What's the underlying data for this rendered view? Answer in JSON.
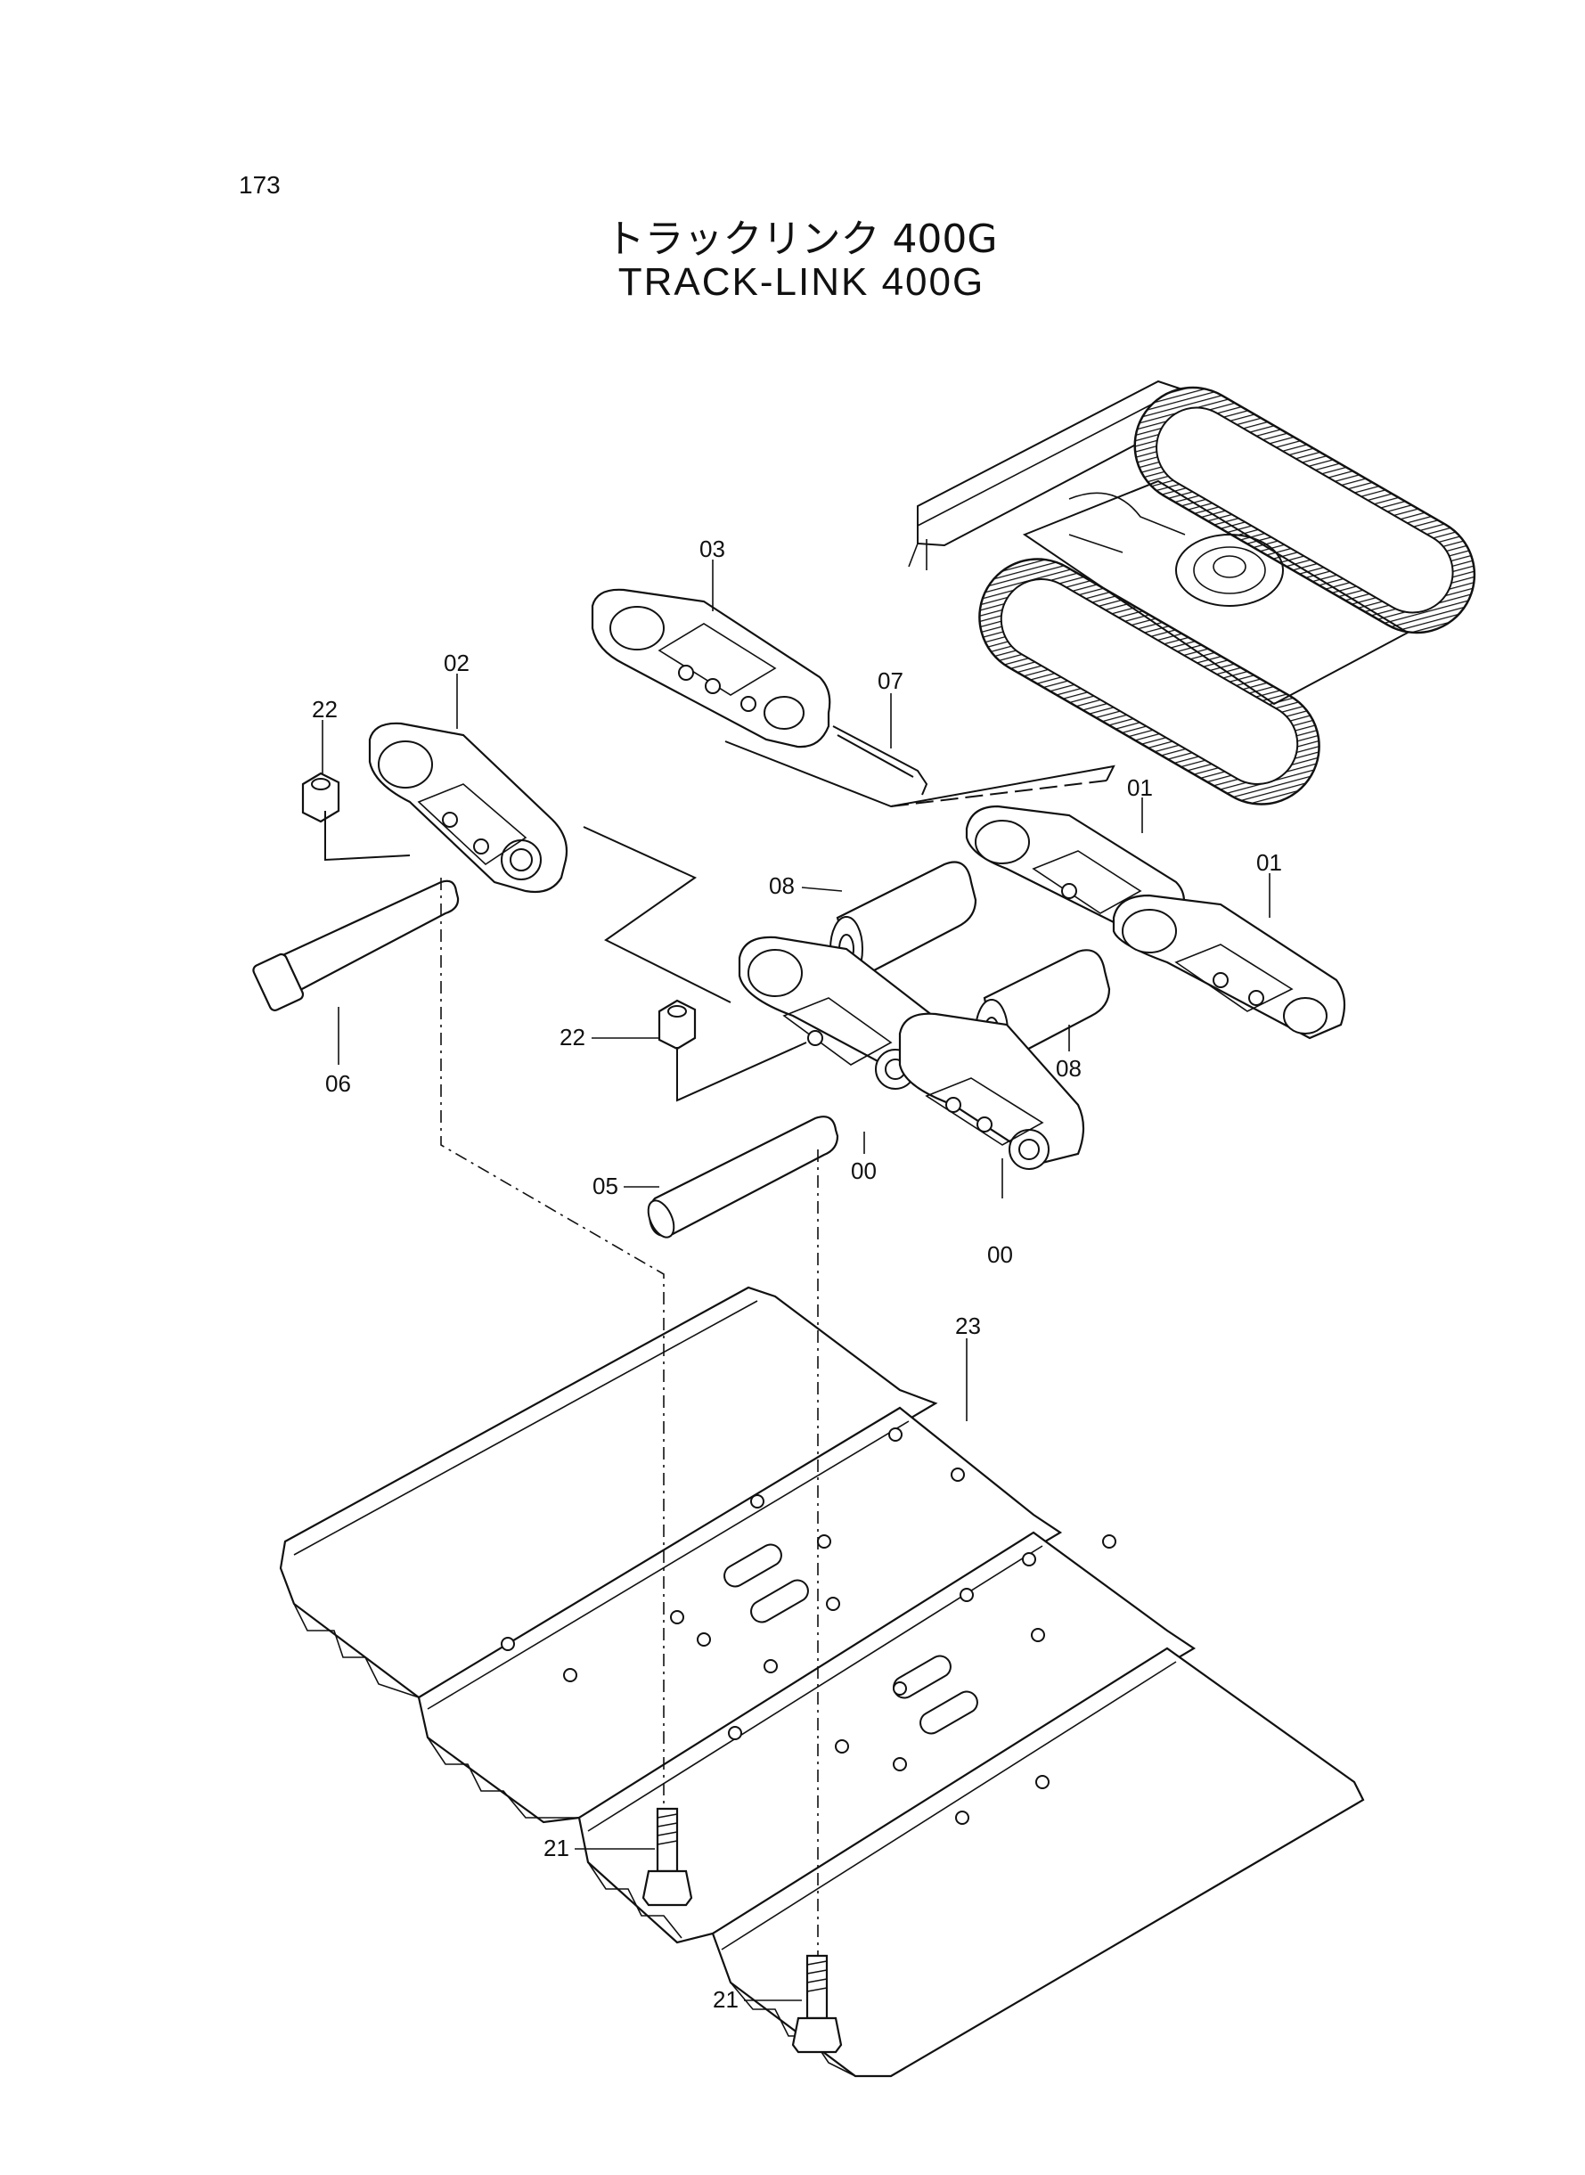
{
  "page_number": "173",
  "title_jp": "トラックリンク 400G",
  "title_en": "TRACK-LINK  400G",
  "callouts": {
    "c00a": "00",
    "c00b": "00",
    "c01a": "01",
    "c01b": "01",
    "c02": "02",
    "c03": "03",
    "c05": "05",
    "c06": "06",
    "c07": "07",
    "c08a": "08",
    "c08b": "08",
    "c21a": "21",
    "c21b": "21",
    "c22a": "22",
    "c22b": "22",
    "c23": "23"
  }
}
